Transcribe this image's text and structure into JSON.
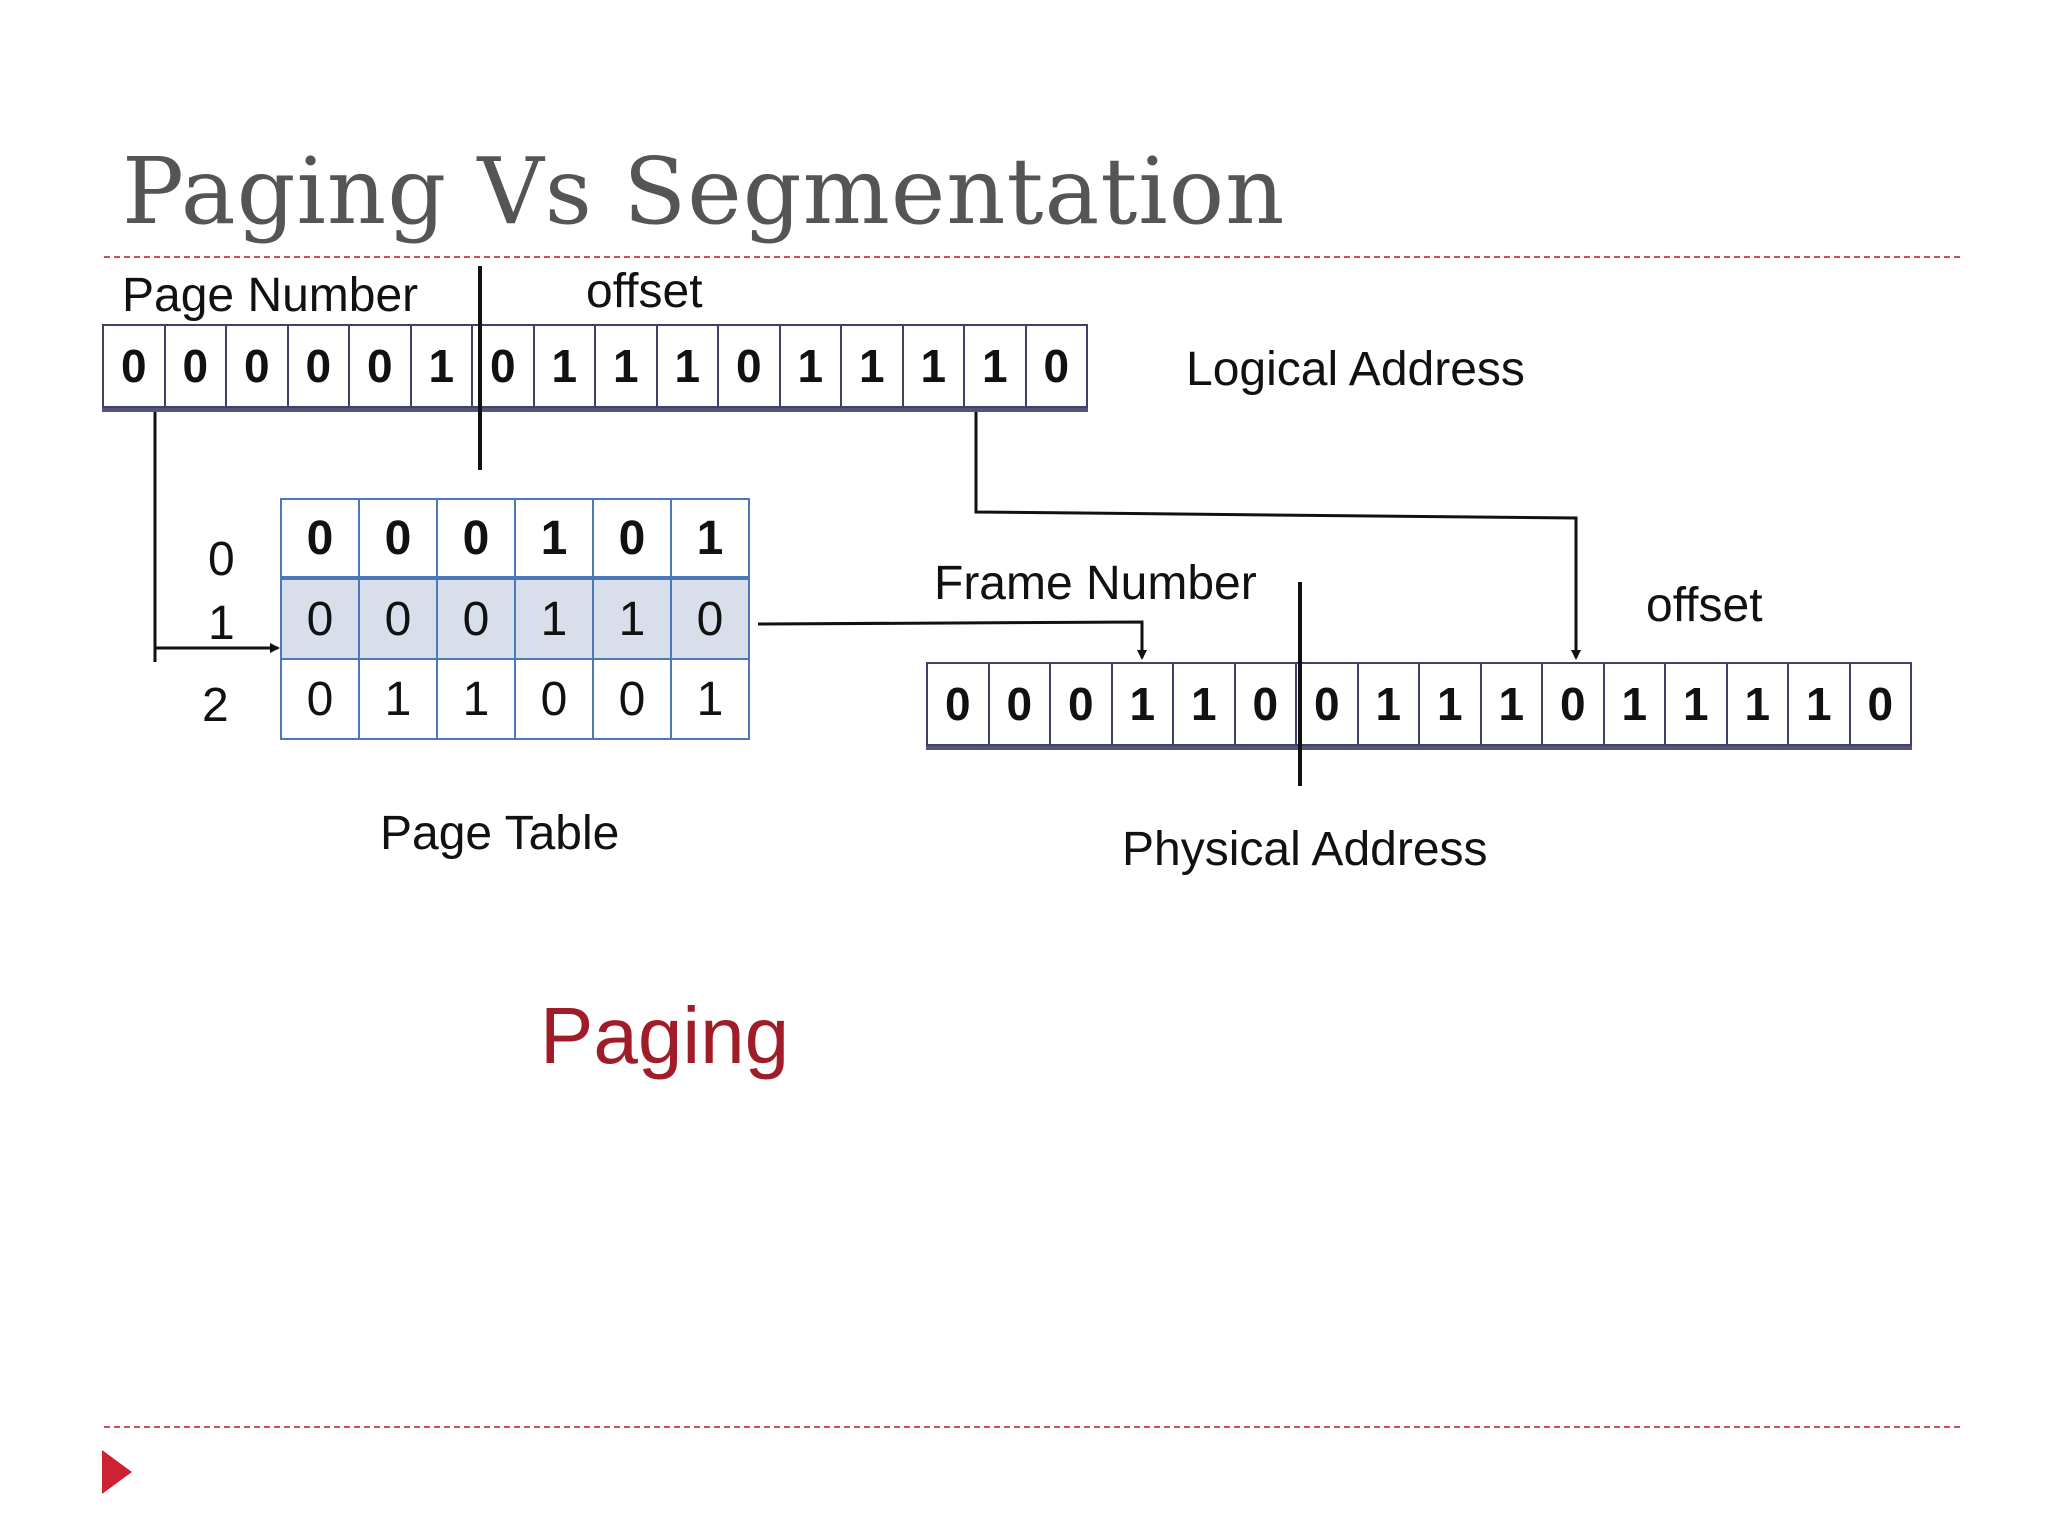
{
  "title": "Paging Vs Segmentation",
  "logical": {
    "label_page_number": "Page Number",
    "label_offset": "offset",
    "label_address": "Logical Address",
    "bits": [
      "0",
      "0",
      "0",
      "0",
      "0",
      "1",
      "0",
      "1",
      "1",
      "1",
      "0",
      "1",
      "1",
      "1",
      "1",
      "0"
    ]
  },
  "page_table": {
    "label": "Page Table",
    "indices": [
      "0",
      "1",
      "2"
    ],
    "rows": [
      [
        "0",
        "0",
        "0",
        "1",
        "0",
        "1"
      ],
      [
        "0",
        "0",
        "0",
        "1",
        "1",
        "0"
      ],
      [
        "0",
        "1",
        "1",
        "0",
        "0",
        "1"
      ]
    ],
    "highlighted_row": 1
  },
  "physical": {
    "label_frame_number": "Frame Number",
    "label_offset": "offset",
    "label_address": "Physical Address",
    "bits": [
      "0",
      "0",
      "0",
      "1",
      "1",
      "0",
      "0",
      "1",
      "1",
      "1",
      "0",
      "1",
      "1",
      "1",
      "1",
      "0"
    ]
  },
  "caption": "Paging",
  "colors": {
    "title": "#555555",
    "caption": "#a01c28",
    "rule": "#d0505a",
    "table_border": "#4a78b8",
    "highlight_row": "#d9dfea",
    "bullet": "#cc2233"
  },
  "bullet_icon": "triangle-bullet-icon"
}
